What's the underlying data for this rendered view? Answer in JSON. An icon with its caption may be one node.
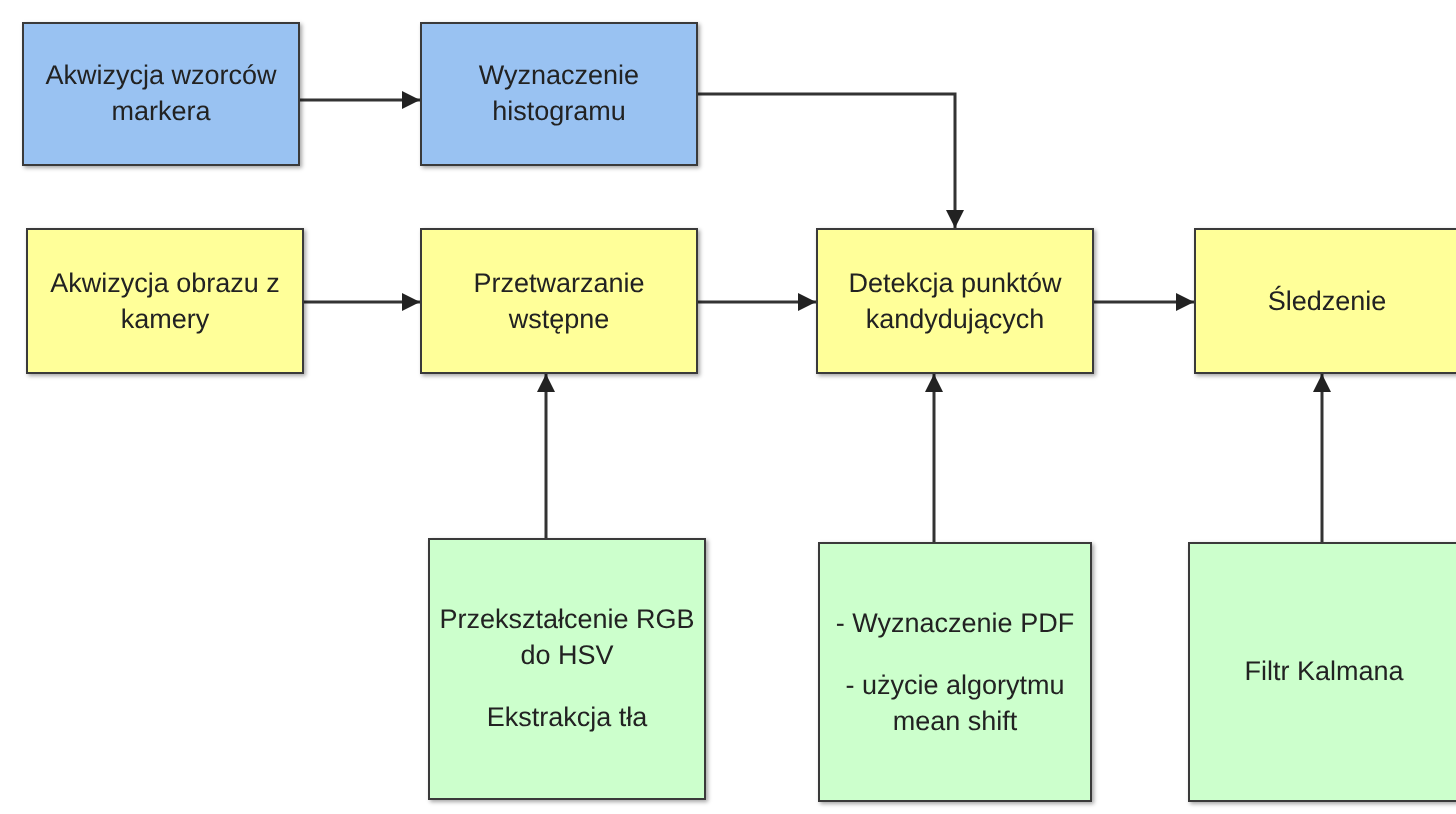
{
  "diagram": {
    "nodes": [
      {
        "text": [
          "Akwizycja wzorców markera"
        ]
      },
      {
        "text": [
          "Wyznaczenie histogramu"
        ]
      },
      {
        "text": [
          "Akwizycja obrazu z kamery"
        ]
      },
      {
        "text": [
          "Przetwarzanie wstępne"
        ]
      },
      {
        "text": [
          "Detekcja punktów kandydujących"
        ]
      },
      {
        "text": [
          "Śledzenie"
        ]
      },
      {
        "text": [
          "Przekształcenie RGB do HSV",
          "Ekstrakcja tła"
        ]
      },
      {
        "text": [
          "- Wyznaczenie PDF",
          "- użycie algorytmu mean shift"
        ]
      },
      {
        "text": [
          "Filtr Kalmana"
        ]
      }
    ],
    "edges": [
      {
        "from": 0,
        "to": 1,
        "arrow": "to"
      },
      {
        "from": 1,
        "to": 4,
        "arrow": "to"
      },
      {
        "from": 2,
        "to": 3,
        "arrow": "to"
      },
      {
        "from": 3,
        "to": 4,
        "arrow": "to"
      },
      {
        "from": 4,
        "to": 5,
        "arrow": "to"
      },
      {
        "from": 6,
        "to": 3,
        "arrow": "to"
      },
      {
        "from": 7,
        "to": 4,
        "arrow": "to"
      },
      {
        "from": 8,
        "to": 5,
        "arrow": "to"
      }
    ]
  }
}
